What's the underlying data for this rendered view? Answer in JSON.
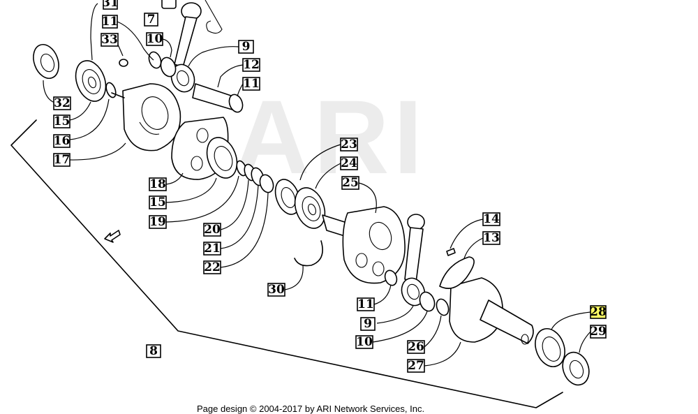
{
  "watermark": "ARI",
  "footer": "Page design © 2004-2017 by ARI Network Services, Inc.",
  "highlight_color": "#ffff66",
  "callouts": [
    {
      "label": "31"
    },
    {
      "label": "11"
    },
    {
      "label": "7"
    },
    {
      "label": "33"
    },
    {
      "label": "10"
    },
    {
      "label": "9"
    },
    {
      "label": "12"
    },
    {
      "label": "11"
    },
    {
      "label": "32"
    },
    {
      "label": "15"
    },
    {
      "label": "16"
    },
    {
      "label": "17"
    },
    {
      "label": "18"
    },
    {
      "label": "15"
    },
    {
      "label": "19"
    },
    {
      "label": "23"
    },
    {
      "label": "24"
    },
    {
      "label": "25"
    },
    {
      "label": "20"
    },
    {
      "label": "21"
    },
    {
      "label": "22"
    },
    {
      "label": "30"
    },
    {
      "label": "14"
    },
    {
      "label": "13"
    },
    {
      "label": "11"
    },
    {
      "label": "9"
    },
    {
      "label": "10"
    },
    {
      "label": "26"
    },
    {
      "label": "27"
    },
    {
      "label": "28",
      "highlighted": true
    },
    {
      "label": "29"
    },
    {
      "label": "8"
    }
  ]
}
